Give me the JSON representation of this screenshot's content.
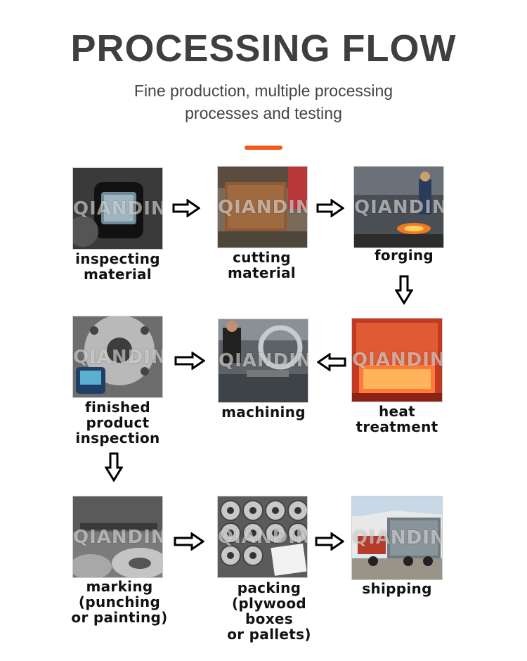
{
  "header": {
    "title": "PROCESSING FLOW",
    "subtitle_line1": "Fine production, multiple processing",
    "subtitle_line2": "processes and testing",
    "accent_color": "#f05a1a"
  },
  "watermark": "QIANDING",
  "steps": [
    {
      "id": "inspecting-material",
      "lines": [
        "inspecting",
        "material"
      ]
    },
    {
      "id": "cutting-material",
      "lines": [
        "cutting",
        "material"
      ]
    },
    {
      "id": "forging",
      "lines": [
        "forging"
      ]
    },
    {
      "id": "heat-treatment",
      "lines": [
        "heat",
        "treatment"
      ]
    },
    {
      "id": "machining",
      "lines": [
        "machining"
      ]
    },
    {
      "id": "finished-product-inspection",
      "lines": [
        "finished",
        "product",
        "inspection"
      ]
    },
    {
      "id": "marking",
      "lines": [
        "marking",
        "(punching",
        "or painting)"
      ]
    },
    {
      "id": "packing",
      "lines": [
        "packing",
        "(plywood boxes",
        "or pallets)"
      ]
    },
    {
      "id": "shipping",
      "lines": [
        "shipping"
      ]
    }
  ],
  "arrows": [
    {
      "from": "inspecting-material",
      "to": "cutting-material",
      "direction": "right"
    },
    {
      "from": "cutting-material",
      "to": "forging",
      "direction": "right"
    },
    {
      "from": "forging",
      "to": "heat-treatment",
      "direction": "down"
    },
    {
      "from": "heat-treatment",
      "to": "machining",
      "direction": "left"
    },
    {
      "from": "finished-product-inspection",
      "to": "machining",
      "direction": "right"
    },
    {
      "from": "finished-product-inspection",
      "to": "marking",
      "direction": "down"
    },
    {
      "from": "marking",
      "to": "packing",
      "direction": "right"
    },
    {
      "from": "packing",
      "to": "shipping",
      "direction": "right"
    }
  ]
}
